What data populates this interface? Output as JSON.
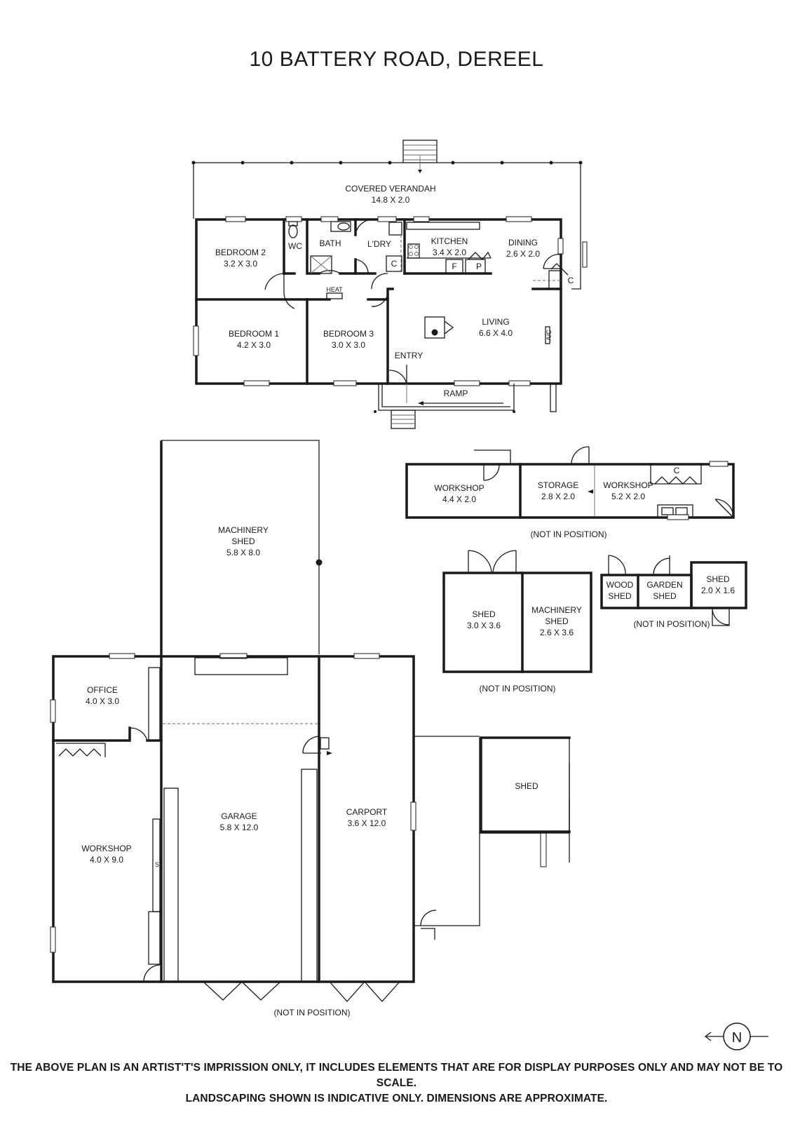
{
  "title": "10 BATTERY ROAD, DEREEL",
  "rooms": {
    "verandah": {
      "name": "COVERED VERANDAH",
      "dims": "14.8 X 2.0"
    },
    "bedroom2": {
      "name": "BEDROOM 2",
      "dims": "3.2 X 3.0"
    },
    "wc": {
      "name": "WC"
    },
    "bath": {
      "name": "BATH"
    },
    "ldry": {
      "name": "L'DRY"
    },
    "kitchen": {
      "name": "KITCHEN",
      "dims": "3.4 X 2.0"
    },
    "dining": {
      "name": "DINING",
      "dims": "2.6 X 2.0"
    },
    "bedroom1": {
      "name": "BEDROOM 1",
      "dims": "4.2 X 3.0"
    },
    "bedroom3": {
      "name": "BEDROOM 3",
      "dims": "3.0 X 3.0"
    },
    "living": {
      "name": "LIVING",
      "dims": "6.6 X 4.0"
    },
    "entry": {
      "name": "ENTRY"
    },
    "ramp": {
      "name": "RAMP"
    },
    "machinery_shed_large": {
      "name_line1": "MACHINERY",
      "name_line2": "SHED",
      "dims": "5.8 X 8.0"
    },
    "workshop_a": {
      "name": "WORKSHOP",
      "dims": "4.4 X 2.0"
    },
    "storage": {
      "name": "STORAGE",
      "dims": "2.8 X 2.0"
    },
    "workshop_b": {
      "name": "WORKSHOP",
      "dims": "5.2 X 2.0"
    },
    "shed_a": {
      "name": "SHED",
      "dims": "3.0 X 3.6"
    },
    "machinery_shed_small": {
      "name_line1": "MACHINERY",
      "name_line2": "SHED",
      "dims": "2.6 X 3.6"
    },
    "wood_shed": {
      "line1": "WOOD",
      "line2": "SHED"
    },
    "garden_shed": {
      "line1": "GARDEN",
      "line2": "SHED"
    },
    "shed_b": {
      "name": "SHED",
      "dims": "2.0 X 1.6"
    },
    "office": {
      "name": "OFFICE",
      "dims": "4.0 X 3.0"
    },
    "garage": {
      "name": "GARAGE",
      "dims": "5.8 X 12.0"
    },
    "carport": {
      "name": "CARPORT",
      "dims": "3.6 X 12.0"
    },
    "workshop_c": {
      "name": "WORKSHOP",
      "dims": "4.0 X 9.0"
    },
    "shed_c": {
      "name": "SHED"
    }
  },
  "fixtures": {
    "heat": "HEAT",
    "ac": "A/C",
    "cupboard": "C",
    "fridge": "F",
    "pantry": "P",
    "shelf": "S"
  },
  "notes": {
    "not_in_position": "(NOT IN POSITION)"
  },
  "compass": {
    "label": "N"
  },
  "disclaimer": {
    "line1": "THE ABOVE PLAN IS AN ARTIST'T'S IMPRISSION ONLY, IT INCLUDES ELEMENTS THAT ARE FOR DISPLAY PURPOSES ONLY AND MAY NOT BE TO SCALE.",
    "line2": "LANDSCAPING SHOWN IS INDICATIVE ONLY. DIMENSIONS ARE APPROXIMATE."
  }
}
